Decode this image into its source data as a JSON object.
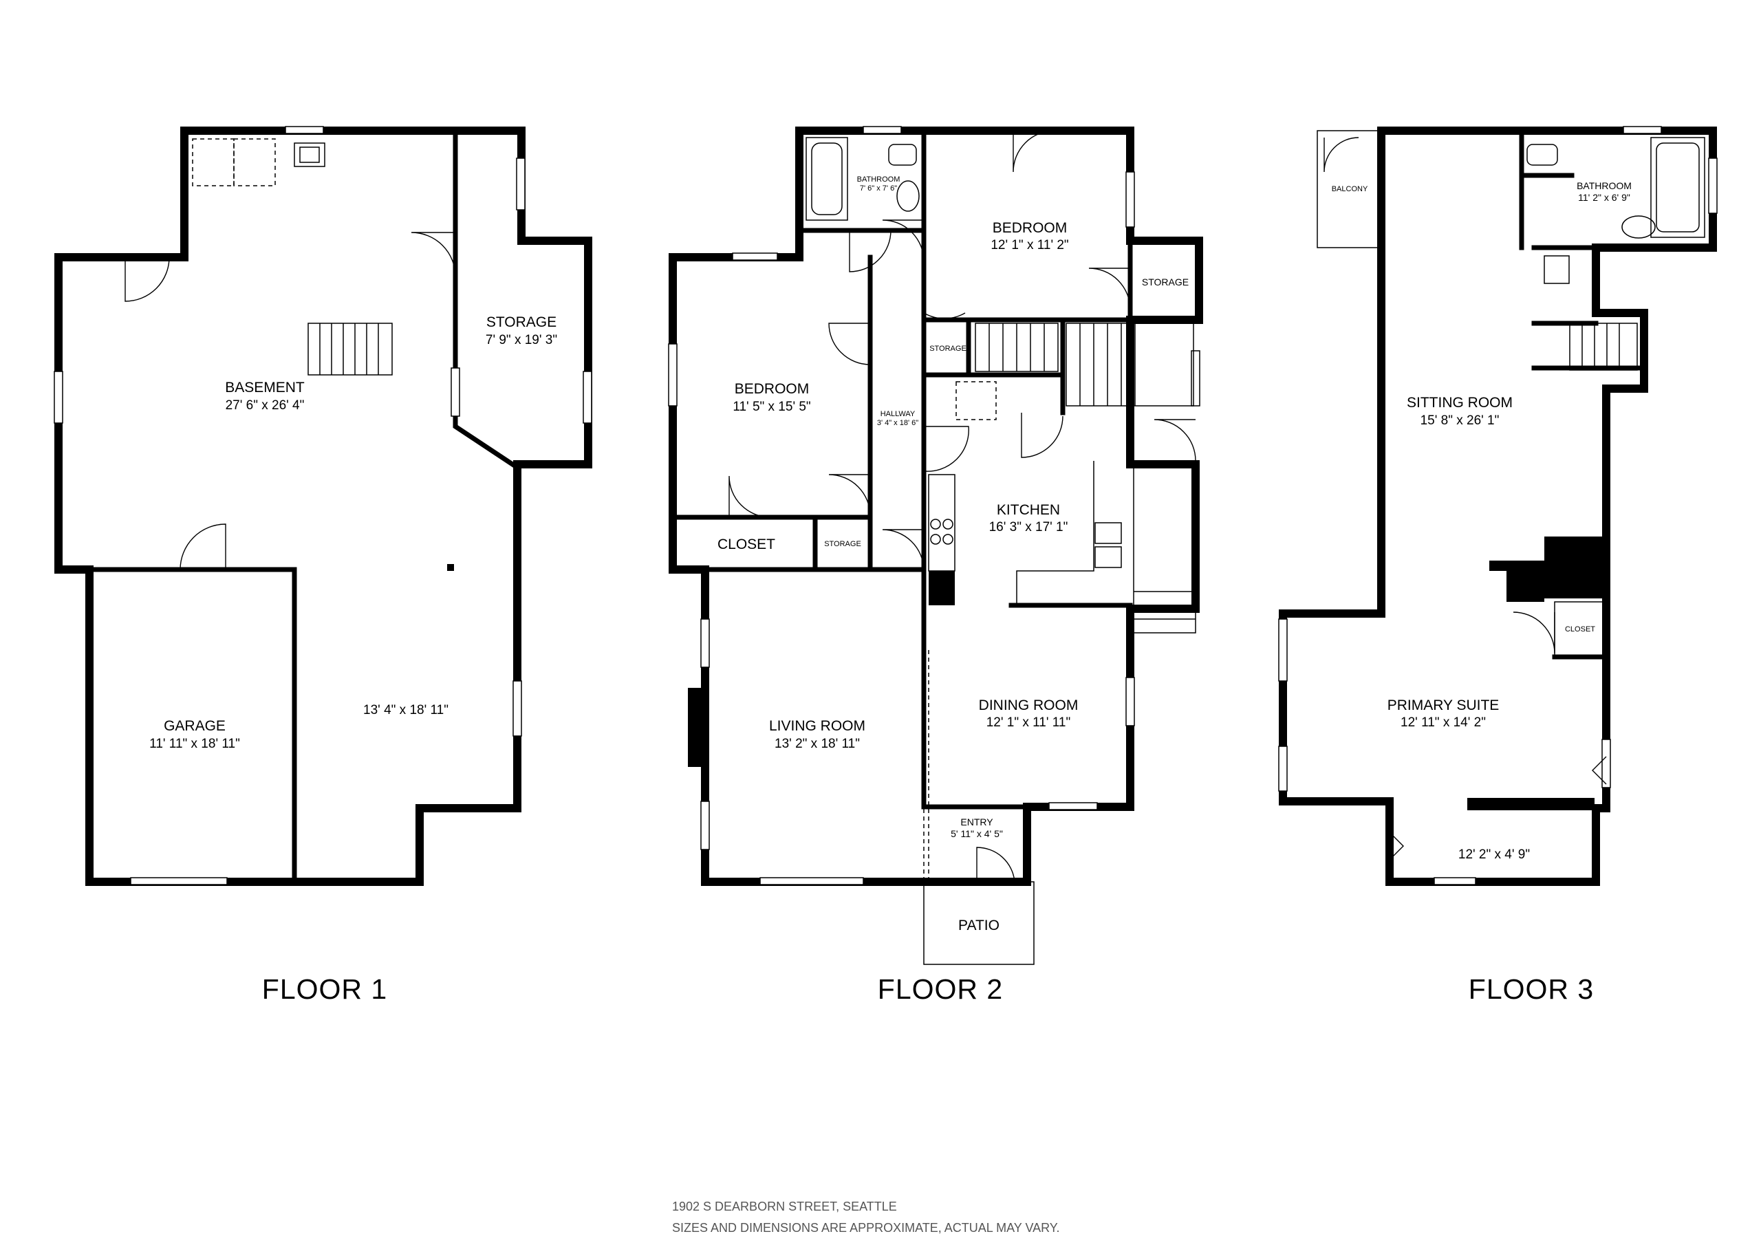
{
  "floors": [
    {
      "label": "FLOOR 1",
      "rooms": [
        {
          "id": "f1-basement",
          "name": "BASEMENT",
          "dims": "27' 6\" x 26' 4\""
        },
        {
          "id": "f1-storage",
          "name": "STORAGE",
          "dims": "7' 9\" x 19' 3\""
        },
        {
          "id": "f1-garage",
          "name": "GARAGE",
          "dims": "11' 11\" x 18' 11\""
        },
        {
          "id": "f1-unnamed",
          "name": "",
          "dims": "13' 4\" x 18' 11\""
        }
      ]
    },
    {
      "label": "FLOOR 2",
      "rooms": [
        {
          "id": "f2-bathroom",
          "name": "BATHROOM",
          "dims": "7' 6\" x 7' 6\""
        },
        {
          "id": "f2-bedroom-top",
          "name": "BEDROOM",
          "dims": "12' 1\" x 11' 2\""
        },
        {
          "id": "f2-storage-right",
          "name": "STORAGE",
          "dims": ""
        },
        {
          "id": "f2-bedroom-left",
          "name": "BEDROOM",
          "dims": "11' 5\" x 15' 5\""
        },
        {
          "id": "f2-hallway",
          "name": "HALLWAY",
          "dims": "3' 4\" x 18' 6\""
        },
        {
          "id": "f2-storage-small",
          "name": "STORAGE",
          "dims": ""
        },
        {
          "id": "f2-kitchen",
          "name": "KITCHEN",
          "dims": "16' 3\" x 17' 1\""
        },
        {
          "id": "f2-closet",
          "name": "CLOSET",
          "dims": ""
        },
        {
          "id": "f2-storage-hall",
          "name": "STORAGE",
          "dims": ""
        },
        {
          "id": "f2-living",
          "name": "LIVING ROOM",
          "dims": "13' 2\" x 18' 11\""
        },
        {
          "id": "f2-dining",
          "name": "DINING ROOM",
          "dims": "12' 1\" x 11' 11\""
        },
        {
          "id": "f2-entry",
          "name": "ENTRY",
          "dims": "5' 11\" x 4' 5\""
        },
        {
          "id": "f2-patio",
          "name": "PATIO",
          "dims": ""
        }
      ]
    },
    {
      "label": "FLOOR 3",
      "rooms": [
        {
          "id": "f3-balcony",
          "name": "BALCONY",
          "dims": ""
        },
        {
          "id": "f3-bathroom",
          "name": "BATHROOM",
          "dims": "11' 2\" x 6' 9\""
        },
        {
          "id": "f3-sitting",
          "name": "SITTING ROOM",
          "dims": "15' 8\" x 26' 1\""
        },
        {
          "id": "f3-closet",
          "name": "CLOSET",
          "dims": ""
        },
        {
          "id": "f3-primary",
          "name": "PRIMARY SUITE",
          "dims": "12' 11\" x 14' 2\""
        },
        {
          "id": "f3-nook",
          "name": "",
          "dims": "12' 2\" x 4' 9\""
        }
      ]
    }
  ],
  "footer": {
    "address": "1902 S DEARBORN STREET, SEATTLE",
    "disclaimer": "SIZES AND DIMENSIONS ARE APPROXIMATE, ACTUAL MAY VARY."
  }
}
